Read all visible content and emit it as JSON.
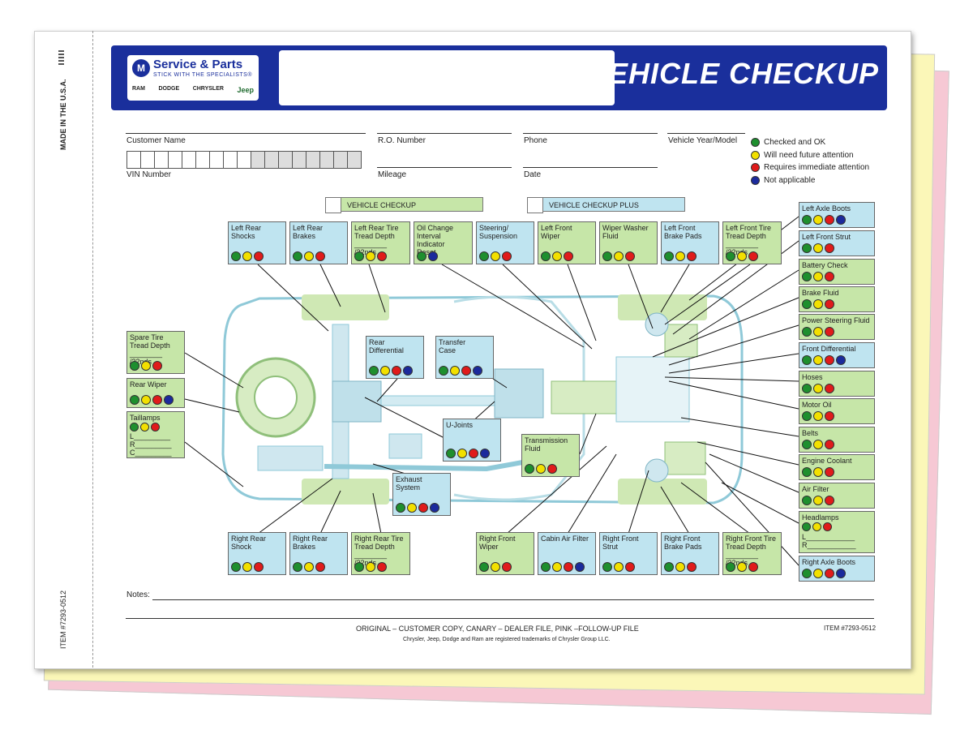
{
  "header": {
    "logo_title": "Service & Parts",
    "logo_tagline": "STICK WITH THE SPECIALISTS®",
    "logo_mark": "M",
    "brands": [
      "RAM",
      "DODGE",
      "CHRYSLER",
      "Jeep"
    ],
    "title": "VEHICLE CHECKUP"
  },
  "stub": {
    "made_in": "MADE IN THE U.S.A.",
    "item": "ITEM #7293-0512"
  },
  "fields": {
    "customer_name": "Customer Name",
    "ro_number": "R.O. Number",
    "phone": "Phone",
    "vehicle": "Vehicle Year/Model",
    "vin": "VIN Number",
    "mileage": "Mileage",
    "date": "Date"
  },
  "legend": [
    {
      "label": "Checked and OK",
      "color": "#1e8f2e"
    },
    {
      "label": "Will need future attention",
      "color": "#f2e000"
    },
    {
      "label": "Requires immediate attention",
      "color": "#e01b1b"
    },
    {
      "label": "Not applicable",
      "color": "#1b2a9c"
    }
  ],
  "tabs": {
    "checkup": "VEHICLE CHECKUP",
    "plus": "VEHICLE CHECKUP PLUS"
  },
  "items": {
    "left_rear_shocks": {
      "l1": "Left Rear",
      "l2": "Shocks"
    },
    "left_rear_brakes": {
      "l1": "Left Rear",
      "l2": "Brakes"
    },
    "left_rear_tire": {
      "l1": "Left Rear Tire",
      "l2": "Tread Depth",
      "l3": "________ /32nds"
    },
    "oil_change": {
      "l1": "Oil Change",
      "l2": "Interval Indicator",
      "l3": "Reset"
    },
    "steering": {
      "l1": "Steering/",
      "l2": "Suspension"
    },
    "left_front_wiper": {
      "l1": "Left Front Wiper"
    },
    "wiper_washer": {
      "l1": "Wiper Washer",
      "l2": "Fluid"
    },
    "left_front_brake_pads": {
      "l1": "Left Front",
      "l2": "Brake Pads"
    },
    "left_front_tire": {
      "l1": "Left Front Tire",
      "l2": "Tread Depth",
      "l3": "________ /32nds"
    },
    "left_axle_boots": {
      "l1": "Left Axle Boots"
    },
    "left_front_strut": {
      "l1": "Left Front Strut"
    },
    "battery_check": {
      "l1": "Battery Check"
    },
    "brake_fluid": {
      "l1": "Brake Fluid"
    },
    "power_steering": {
      "l1": "Power Steering Fluid"
    },
    "front_differential": {
      "l1": "Front Differential"
    },
    "hoses": {
      "l1": "Hoses"
    },
    "motor_oil": {
      "l1": "Motor Oil"
    },
    "belts": {
      "l1": "Belts"
    },
    "engine_coolant": {
      "l1": "Engine Coolant"
    },
    "air_filter": {
      "l1": "Air Filter"
    },
    "headlamps": {
      "l1": "Headlamps",
      "l2": "L",
      "l3": "R"
    },
    "right_axle_boots": {
      "l1": "Right Axle Boots"
    },
    "spare_tire": {
      "l1": "Spare Tire",
      "l2": "Tread Depth",
      "l3": "________ /32nds"
    },
    "rear_wiper": {
      "l1": "Rear Wiper"
    },
    "taillamps": {
      "l1": "Taillamps",
      "l2": "L",
      "l3": "R",
      "l4": "C"
    },
    "rear_differential": {
      "l1": "Rear",
      "l2": "Differential"
    },
    "transfer_case": {
      "l1": "Transfer",
      "l2": "Case"
    },
    "u_joints": {
      "l1": "U-Joints"
    },
    "transmission_fluid": {
      "l1": "Transmission",
      "l2": "Fluid"
    },
    "exhaust": {
      "l1": "Exhaust",
      "l2": "System"
    },
    "right_rear_shock": {
      "l1": "Right Rear",
      "l2": "Shock"
    },
    "right_rear_brakes": {
      "l1": "Right Rear",
      "l2": "Brakes"
    },
    "right_rear_tire": {
      "l1": "Right Rear Tire",
      "l2": "Tread Depth",
      "l3": "________ /32nds"
    },
    "right_front_wiper": {
      "l1": "Right Front",
      "l2": "Wiper"
    },
    "cabin_air_filter": {
      "l1": "Cabin Air Filter"
    },
    "right_front_strut": {
      "l1": "Right Front",
      "l2": "Strut"
    },
    "right_front_brake_pads": {
      "l1": "Right Front",
      "l2": "Brake Pads"
    },
    "right_front_tire": {
      "l1": "Right Front Tire",
      "l2": "Tread Depth",
      "l3": "________ /32nds"
    }
  },
  "notes": "Notes:",
  "footer": {
    "copies": "ORIGINAL – CUSTOMER COPY,       CANARY – DEALER FILE,       PINK –FOLLOW-UP FILE",
    "item": "ITEM #7293-0512",
    "trademark": "Chrysler, Jeep, Dodge and Ram are registered trademarks of Chrysler Group LLC."
  }
}
